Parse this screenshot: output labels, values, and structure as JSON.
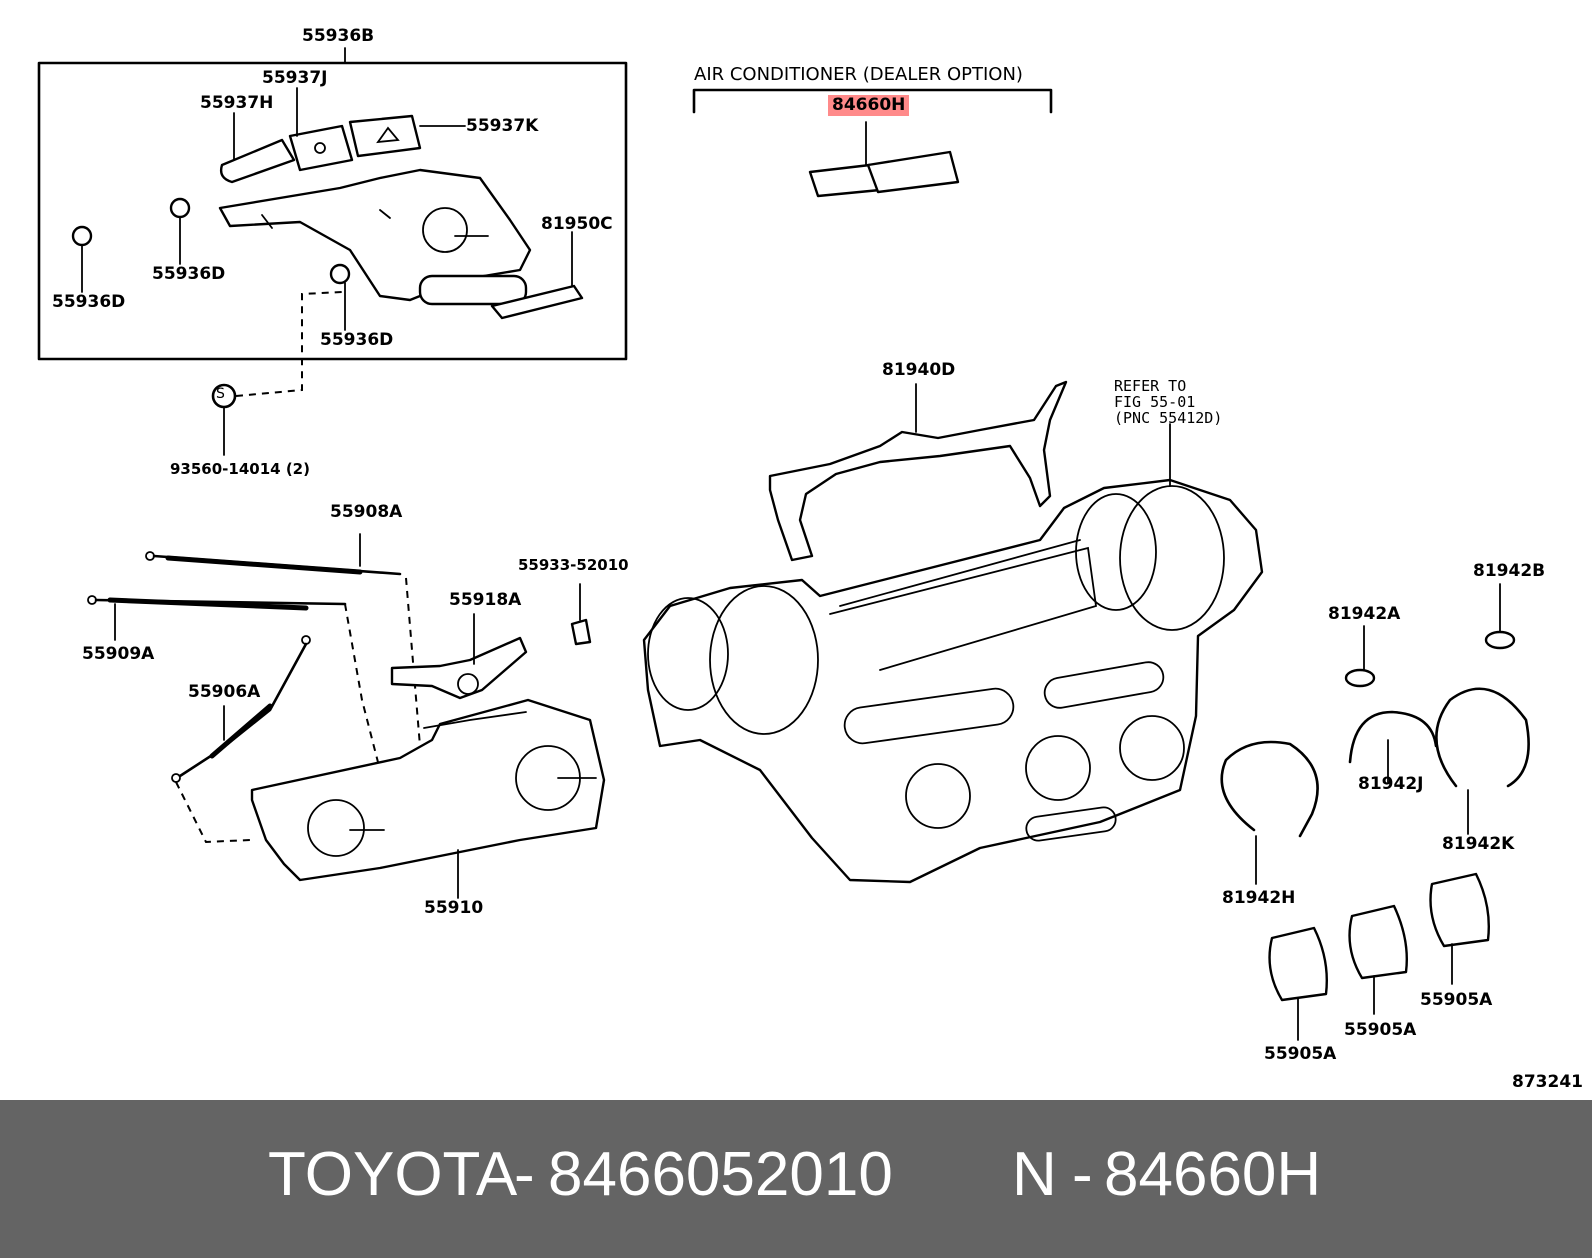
{
  "diagram": {
    "labels": {
      "p55936B": "55936B",
      "p55937J": "55937J",
      "p55937H": "55937H",
      "p55937K": "55937K",
      "p81950C": "81950C",
      "p55936D_a": "55936D",
      "p55936D_b": "55936D",
      "p55936D_c": "55936D",
      "p93560": "93560-14014 (2)",
      "p55908A": "55908A",
      "p55933": "55933-52010",
      "p55918A": "55918A",
      "p55909A": "55909A",
      "p55906A": "55906A",
      "p55910": "55910",
      "p81940D": "81940D",
      "p84660H": "84660H",
      "air_conditioner": "AIR CONDITIONER (DEALER OPTION)",
      "refer_to": "REFER TO\nFIG 55-01\n(PNC 55412D)",
      "p81942B": "81942B",
      "p81942A": "81942A",
      "p81942J": "81942J",
      "p81942K": "81942K",
      "p81942H": "81942H",
      "p55905A_a": "55905A",
      "p55905A_b": "55905A",
      "p55905A_c": "55905A",
      "fig_number": "873241"
    },
    "screw_symbol": "S",
    "highlight_color": "#ff8a8a"
  },
  "footer": {
    "brand": "TOYOTA",
    "separator": "-",
    "part_number": "8466052010",
    "prefix": "N",
    "separator2": "-",
    "ref": "84660H",
    "background": "#646464"
  }
}
